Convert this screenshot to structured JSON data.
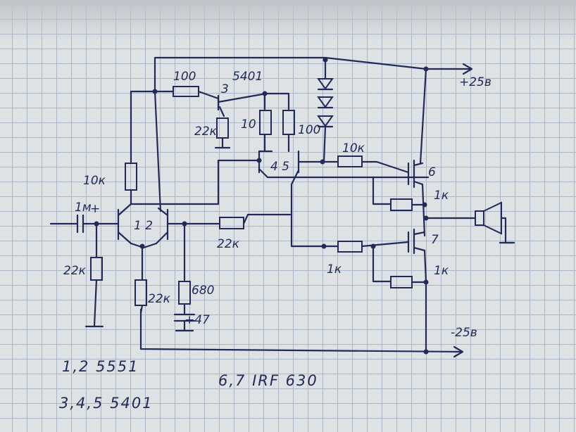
{
  "labels": {
    "supply_pos": "+25в",
    "supply_neg": "-25в",
    "r_100_top": "100",
    "q3_type": "5401",
    "q3_num": "3",
    "r_22k_emitter": "22к",
    "r_10_a": "10",
    "r_100_b": "100",
    "q45": "4 5",
    "r_10k_right": "10к",
    "r_10k_left": "10к",
    "q_out_top": "6",
    "r_1k_top": "1к",
    "c_in": "1м",
    "c_in_plus": "+",
    "q12": "1 2",
    "r_22k_fb": "22к",
    "r_22k_in": "22к",
    "r_22k_tail": "22к",
    "r_680": "680",
    "c_47": "+47",
    "q_out_bot": "7",
    "r_1k_mid": "1к",
    "r_1k_bot": "1к"
  },
  "notes": {
    "line1": "1,2  5551",
    "line2": "3,4,5 5401",
    "line3": "6,7  IRF 630"
  },
  "colors": {
    "ink": "#232a5a",
    "paper": "#dfe2e5",
    "grid": "#a9b7c6"
  }
}
